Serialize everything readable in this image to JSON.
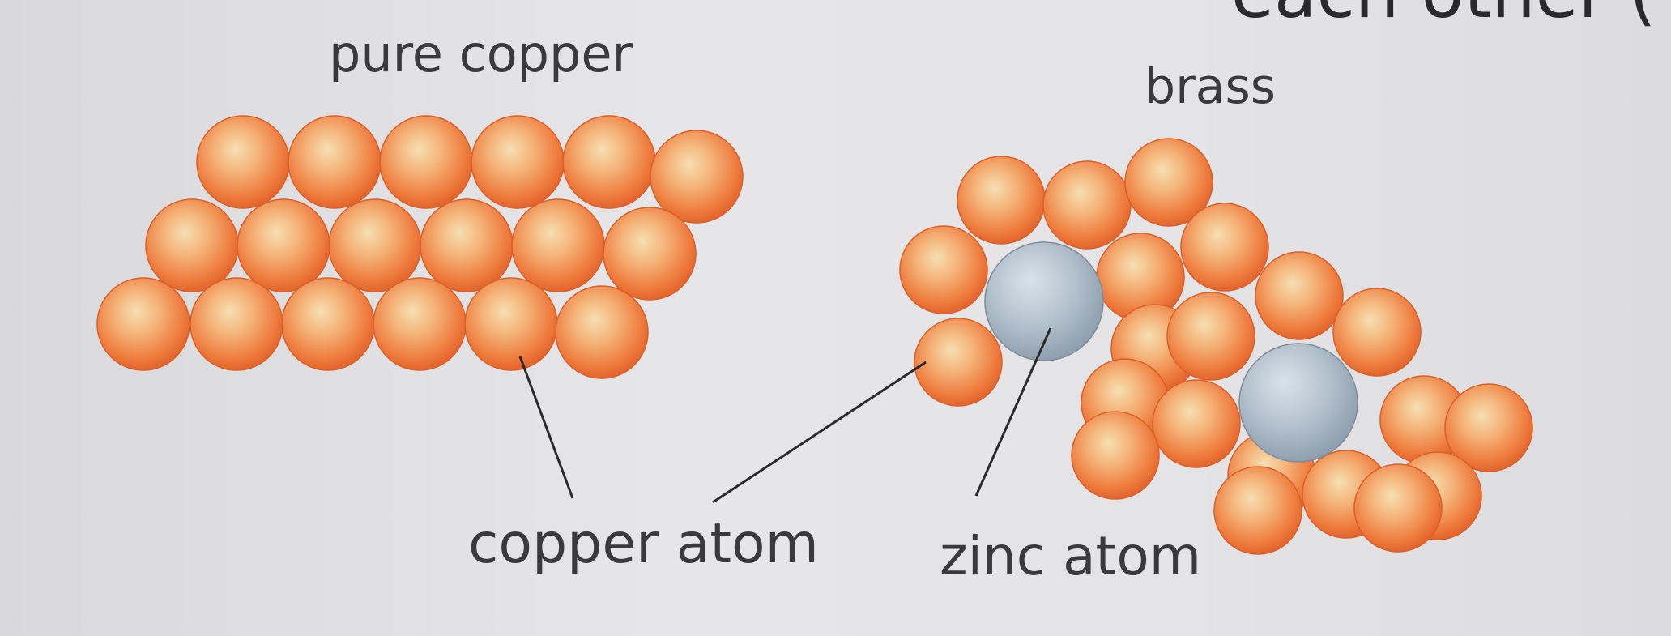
{
  "diagram": {
    "pure_copper_title": "pure copper",
    "brass_title": "brass",
    "copper_atom_label": "copper atom",
    "zinc_atom_label": "zinc atom",
    "partial_top_text": "each other ("
  },
  "atoms": {
    "copper_color": "#ee7a3c",
    "zinc_color": "#a8b6c3",
    "pure_copper_count": 18,
    "brass_copper_count": 21,
    "brass_zinc_count": 2
  },
  "colors": {
    "background": "#e3e3e5",
    "text": "#3a3a3c",
    "leader_line": "#2a2a2a"
  }
}
